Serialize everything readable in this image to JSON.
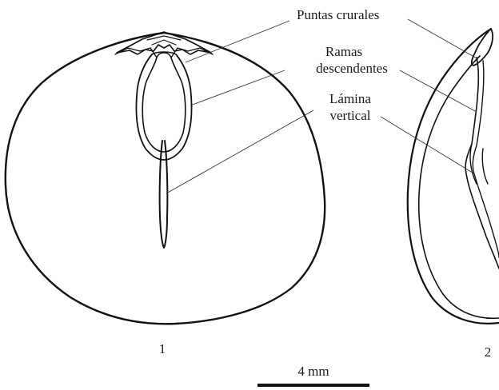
{
  "labels": {
    "puntas_crurales": "Puntas crurales",
    "ramas_line1": "Ramas",
    "ramas_line2": "descendentes",
    "lamina_line1": "Lámina",
    "lamina_line2": "vertical"
  },
  "figure_numbers": {
    "fig1": "1",
    "fig2": "2"
  },
  "scale_bar": {
    "label": "4 mm"
  }
}
